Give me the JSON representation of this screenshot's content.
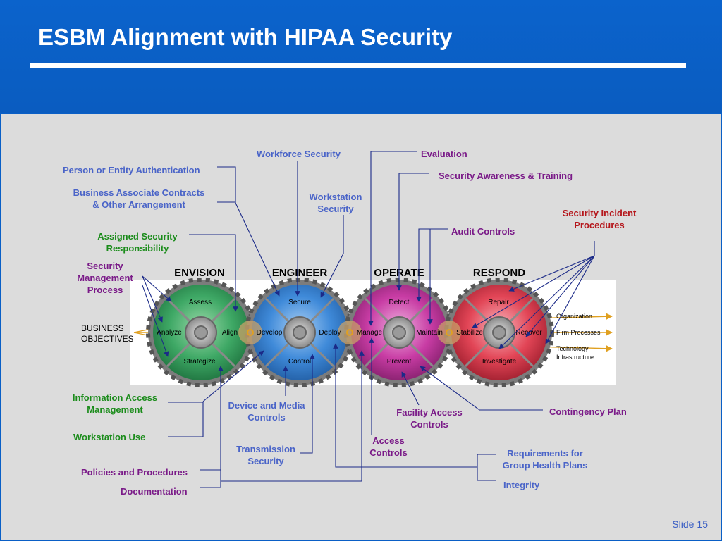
{
  "slide": {
    "title": "ESBM Alignment with HIPAA Security",
    "number_label": "Slide",
    "number": "15"
  },
  "colors": {
    "header_blue": "#0a5fc6",
    "content_gray": "#dcdcdc",
    "label_blue": "#4a64c8",
    "label_purple": "#7a1a88",
    "label_green": "#1b8c1b",
    "label_red": "#b5161b",
    "gear_green": "#2fa65a",
    "gear_blue": "#2f7fdc",
    "gear_magenta": "#c0309a",
    "gear_red": "#e0384a"
  },
  "labels": {
    "workforce_security": "Workforce Security",
    "evaluation": "Evaluation",
    "person_entity_auth": "Person or Entity Authentication",
    "security_awareness_training": "Security Awareness & Training",
    "bac_line1": "Business Associate Contracts",
    "bac_line2": "& Other Arrangement",
    "workstation_security_line1": "Workstation",
    "workstation_security_line2": "Security",
    "incident_line1": "Security Incident",
    "incident_line2": "Procedures",
    "audit_controls": "Audit Controls",
    "assigned_line1": "Assigned Security",
    "assigned_line2": "Responsibility",
    "smp_line1": "Security",
    "smp_line2": "Management",
    "smp_line3": "Process",
    "iam_line1": "Information Access",
    "iam_line2": "Management",
    "device_line1": "Device and Media",
    "device_line2": "Controls",
    "facility_line1": "Facility Access",
    "facility_line2": "Controls",
    "contingency_plan": "Contingency Plan",
    "workstation_use": "Workstation Use",
    "access_line1": "Access",
    "access_line2": "Controls",
    "transmission_line1": "Transmission",
    "transmission_line2": "Security",
    "req_line1": "Requirements for",
    "req_line2": "Group Health Plans",
    "policies_procedures": "Policies and Procedures",
    "documentation": "Documentation",
    "integrity": "Integrity"
  },
  "model": {
    "phases": [
      "ENVISION",
      "ENGINEER",
      "OPERATE",
      "RESPOND"
    ],
    "business_objectives_line1": "BUSINESS",
    "business_objectives_line2": "OBJECTIVES",
    "gear_top": [
      "Assess",
      "Secure",
      "Detect",
      "Repair"
    ],
    "gear_bottom": [
      "Strategize",
      "Control",
      "Prevent",
      "Investigate"
    ],
    "gear_left": [
      "Analyze",
      "Develop",
      "Manage",
      "Stabilize"
    ],
    "gear_right": [
      "Align",
      "Deploy",
      "Maintain",
      "Recover"
    ],
    "layers": [
      "Organization",
      "Firm Processes",
      "Technology",
      "Infrastructure"
    ]
  }
}
